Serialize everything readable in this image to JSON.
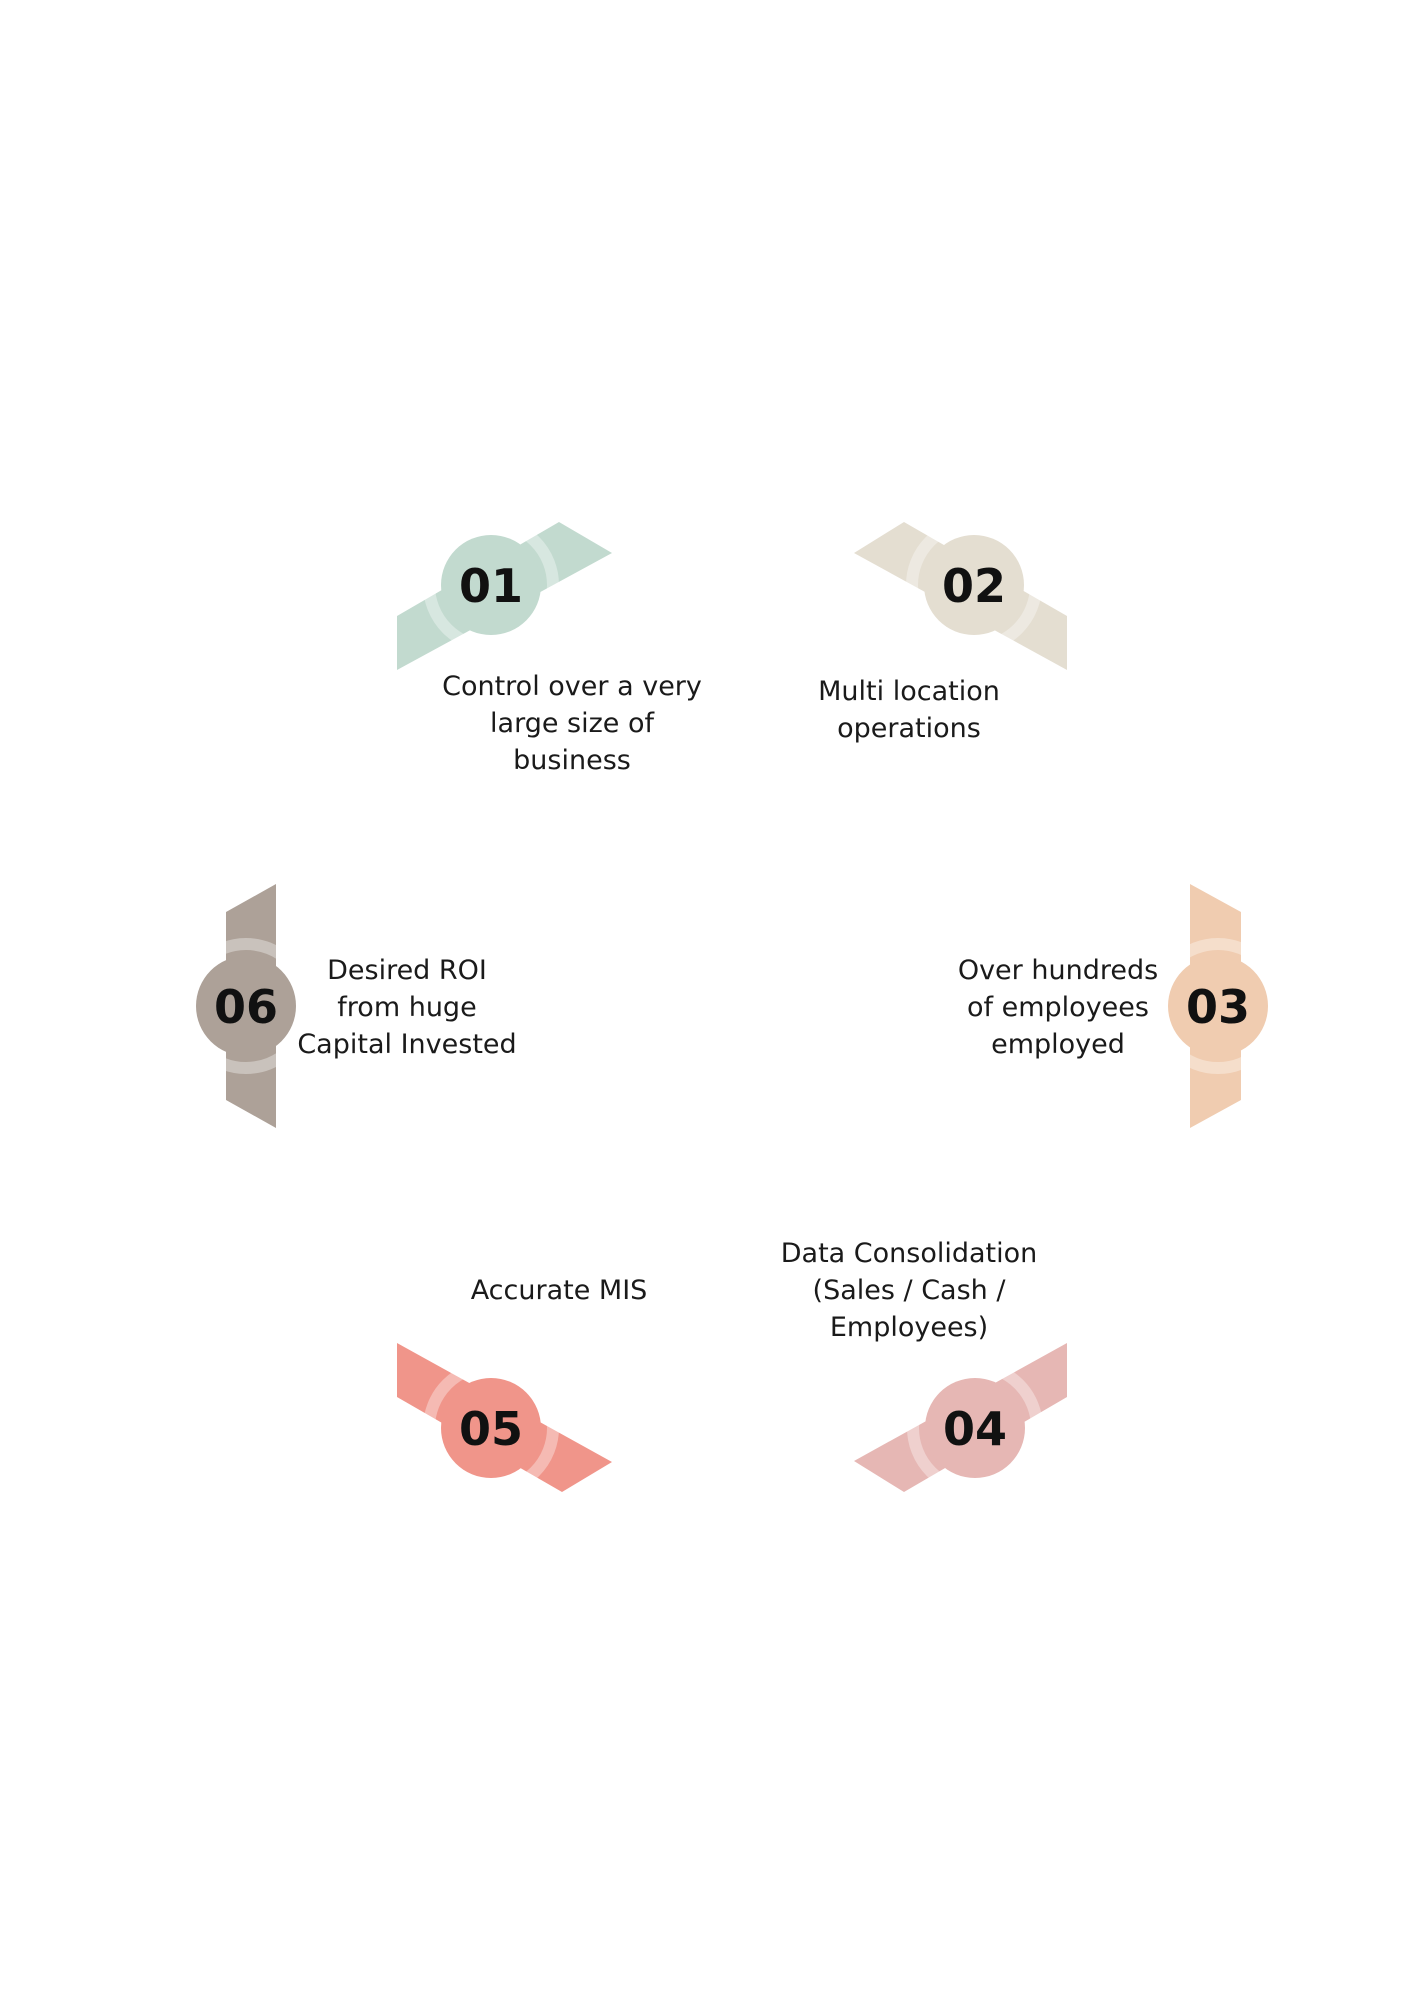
{
  "steps": [
    {
      "number": "01",
      "lines": [
        "Control over a very",
        "large size of",
        "business"
      ],
      "color": "#c2dacf"
    },
    {
      "number": "02",
      "lines": [
        "Multi location",
        "operations"
      ],
      "color": "#e4ded1"
    },
    {
      "number": "03",
      "lines": [
        "Over hundreds",
        "of employees",
        "employed"
      ],
      "color": "#f0ccb0"
    },
    {
      "number": "04",
      "lines": [
        "Data Consolidation",
        "(Sales / Cash /",
        "Employees)"
      ],
      "color": "#e6b7b4"
    },
    {
      "number": "05",
      "lines": [
        "Accurate MIS"
      ],
      "color": "#f0958a"
    },
    {
      "number": "06",
      "lines": [
        "Desired ROI",
        "from huge",
        "Capital Invested"
      ],
      "color": "#ada198"
    }
  ]
}
